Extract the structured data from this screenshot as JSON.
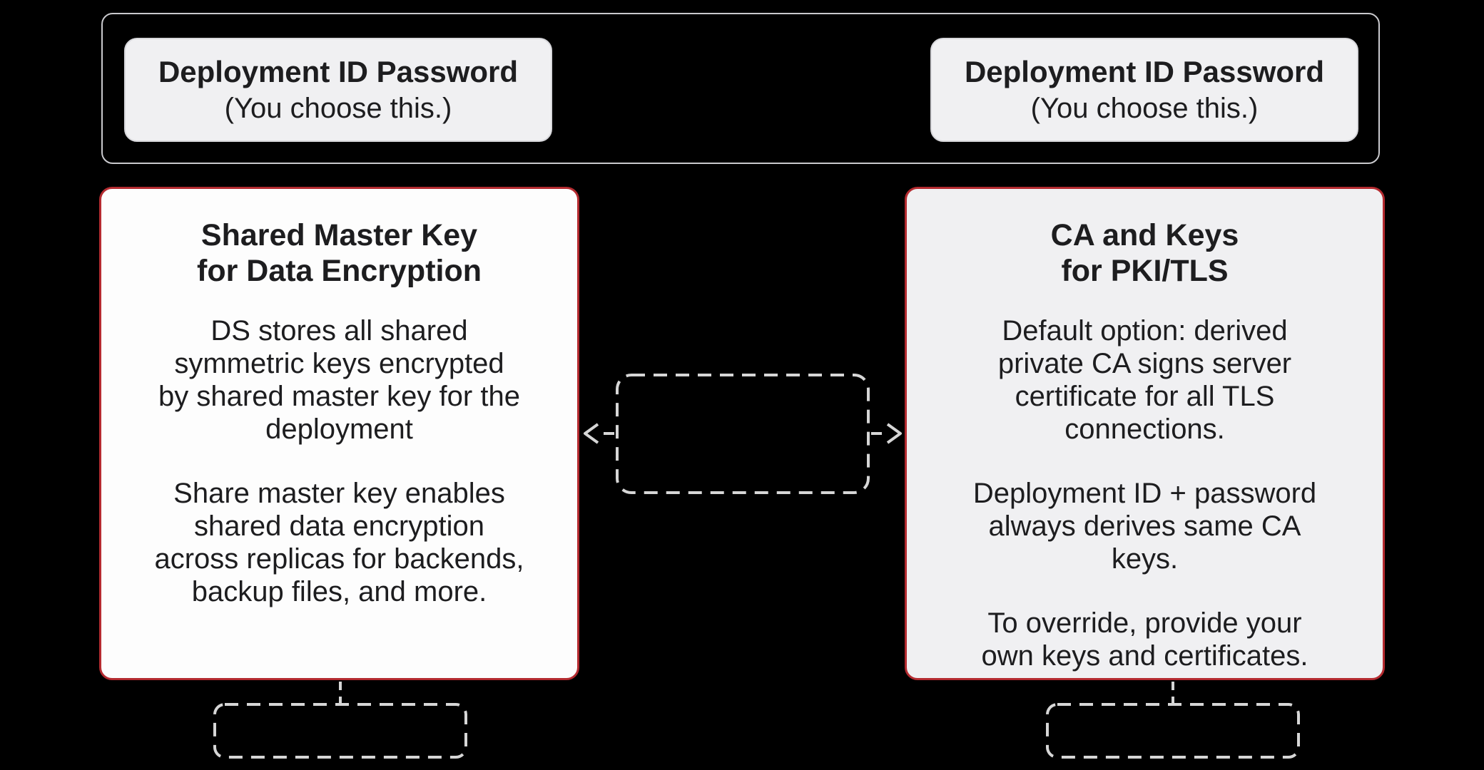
{
  "colors": {
    "background": "#000000",
    "container_border": "#c9c9cd",
    "panel_bg": "#f0f0f2",
    "panel_border": "#d7d7db",
    "left_card_bg": "#fdfdfd",
    "right_card_bg": "#f0f0f2",
    "card_border_red": "#b42b30",
    "dashed_stroke": "#d6d6d6",
    "text_dark": "#1d1d1f"
  },
  "top_row": {
    "left": {
      "title": "Deployment ID Password",
      "subtitle": "(You choose this.)"
    },
    "right": {
      "title": "Deployment ID Password",
      "subtitle": "(You choose this.)"
    }
  },
  "left_card": {
    "title": "Shared Master Key\nfor Data Encryption",
    "para1": "DS stores all shared\nsymmetric keys encrypted\nby shared master key for the\ndeployment",
    "para2": "Share master key enables\nshared data encryption\nacross replicas for backends,\nbackup files, and more."
  },
  "right_card": {
    "title": "CA and Keys\nfor PKI/TLS",
    "para1": "Default option: derived\nprivate CA signs server\ncertificate for all TLS\nconnections.",
    "para2": "Deployment ID + password\nalways derives same CA\nkeys.",
    "para3": "To override, provide your\nown keys and certificates."
  }
}
